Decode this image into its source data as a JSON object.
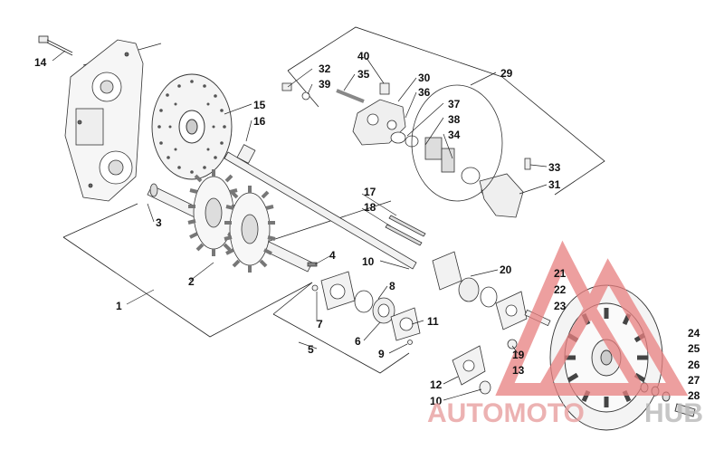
{
  "callouts": [
    {
      "id": "c14",
      "text": "14"
    },
    {
      "id": "c32",
      "text": "32"
    },
    {
      "id": "c39",
      "text": "39"
    },
    {
      "id": "c40",
      "text": "40"
    },
    {
      "id": "c35",
      "text": "35"
    },
    {
      "id": "c30",
      "text": "30"
    },
    {
      "id": "c36",
      "text": "36"
    },
    {
      "id": "c29",
      "text": "29"
    },
    {
      "id": "c37",
      "text": "37"
    },
    {
      "id": "c38",
      "text": "38"
    },
    {
      "id": "c34",
      "text": "34"
    },
    {
      "id": "c15",
      "text": "15"
    },
    {
      "id": "c16",
      "text": "16"
    },
    {
      "id": "c33",
      "text": "33"
    },
    {
      "id": "c31",
      "text": "31"
    },
    {
      "id": "c17",
      "text": "17"
    },
    {
      "id": "c18",
      "text": "18"
    },
    {
      "id": "c3",
      "text": "3"
    },
    {
      "id": "c4",
      "text": "4"
    },
    {
      "id": "c10a",
      "text": "10"
    },
    {
      "id": "c20",
      "text": "20"
    },
    {
      "id": "c21",
      "text": "21"
    },
    {
      "id": "c22",
      "text": "22"
    },
    {
      "id": "c23",
      "text": "23"
    },
    {
      "id": "c2",
      "text": "2"
    },
    {
      "id": "c8",
      "text": "8"
    },
    {
      "id": "c1",
      "text": "1"
    },
    {
      "id": "c7",
      "text": "7"
    },
    {
      "id": "c11",
      "text": "11"
    },
    {
      "id": "c6",
      "text": "6"
    },
    {
      "id": "c5",
      "text": "5"
    },
    {
      "id": "c9",
      "text": "9"
    },
    {
      "id": "c19",
      "text": "19"
    },
    {
      "id": "c13",
      "text": "13"
    },
    {
      "id": "c24",
      "text": "24"
    },
    {
      "id": "c25",
      "text": "25"
    },
    {
      "id": "c26",
      "text": "26"
    },
    {
      "id": "c27",
      "text": "27"
    },
    {
      "id": "c12",
      "text": "12"
    },
    {
      "id": "c28",
      "text": "28"
    },
    {
      "id": "c10b",
      "text": "10"
    }
  ],
  "watermark": {
    "text_red": "AUTOMOTO",
    "text_grey": "HUB",
    "color_red": "#e8a0a0",
    "color_grey": "#b8b8b8",
    "logo_color": "#e88080"
  },
  "colors": {
    "line": "#222222",
    "part_fill": "#f4f4f4"
  }
}
